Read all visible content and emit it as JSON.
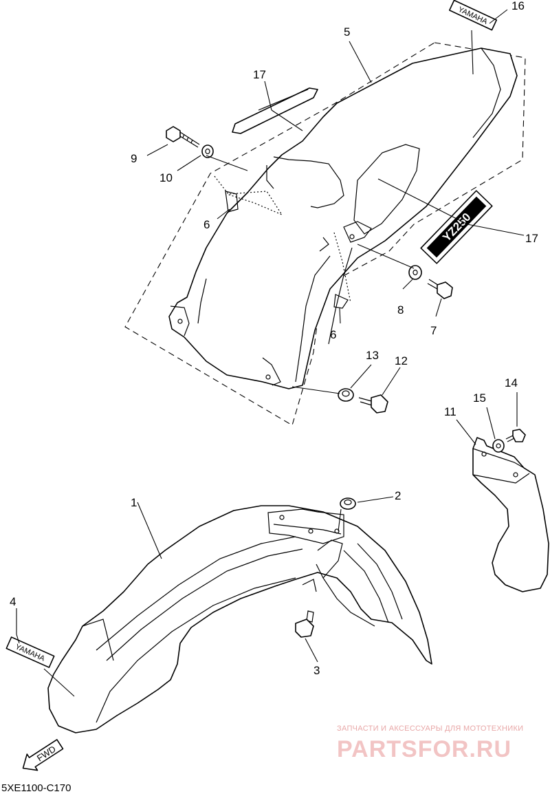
{
  "diagram": {
    "callouts": {
      "c1": "1",
      "c2": "2",
      "c3": "3",
      "c4": "4",
      "c5": "5",
      "c6a": "6",
      "c6b": "6",
      "c7": "7",
      "c8": "8",
      "c9": "9",
      "c10": "10",
      "c11": "11",
      "c12": "12",
      "c13": "13",
      "c14": "14",
      "c15": "15",
      "c16": "16",
      "c17a": "17",
      "c17b": "17"
    },
    "decals": {
      "front_fender_decal": "YAMAHA",
      "tail_decal": "YAMAHA",
      "side_decal": "YZ250"
    },
    "direction_label": "FWD",
    "diagram_code": "5XE1100-C170",
    "watermark": {
      "subtitle": "ЗАПЧАСТИ И АКСЕССУАРЫ ДЛЯ МОТОТЕХНИКИ",
      "brand": "PARTSFOR.RU"
    }
  }
}
